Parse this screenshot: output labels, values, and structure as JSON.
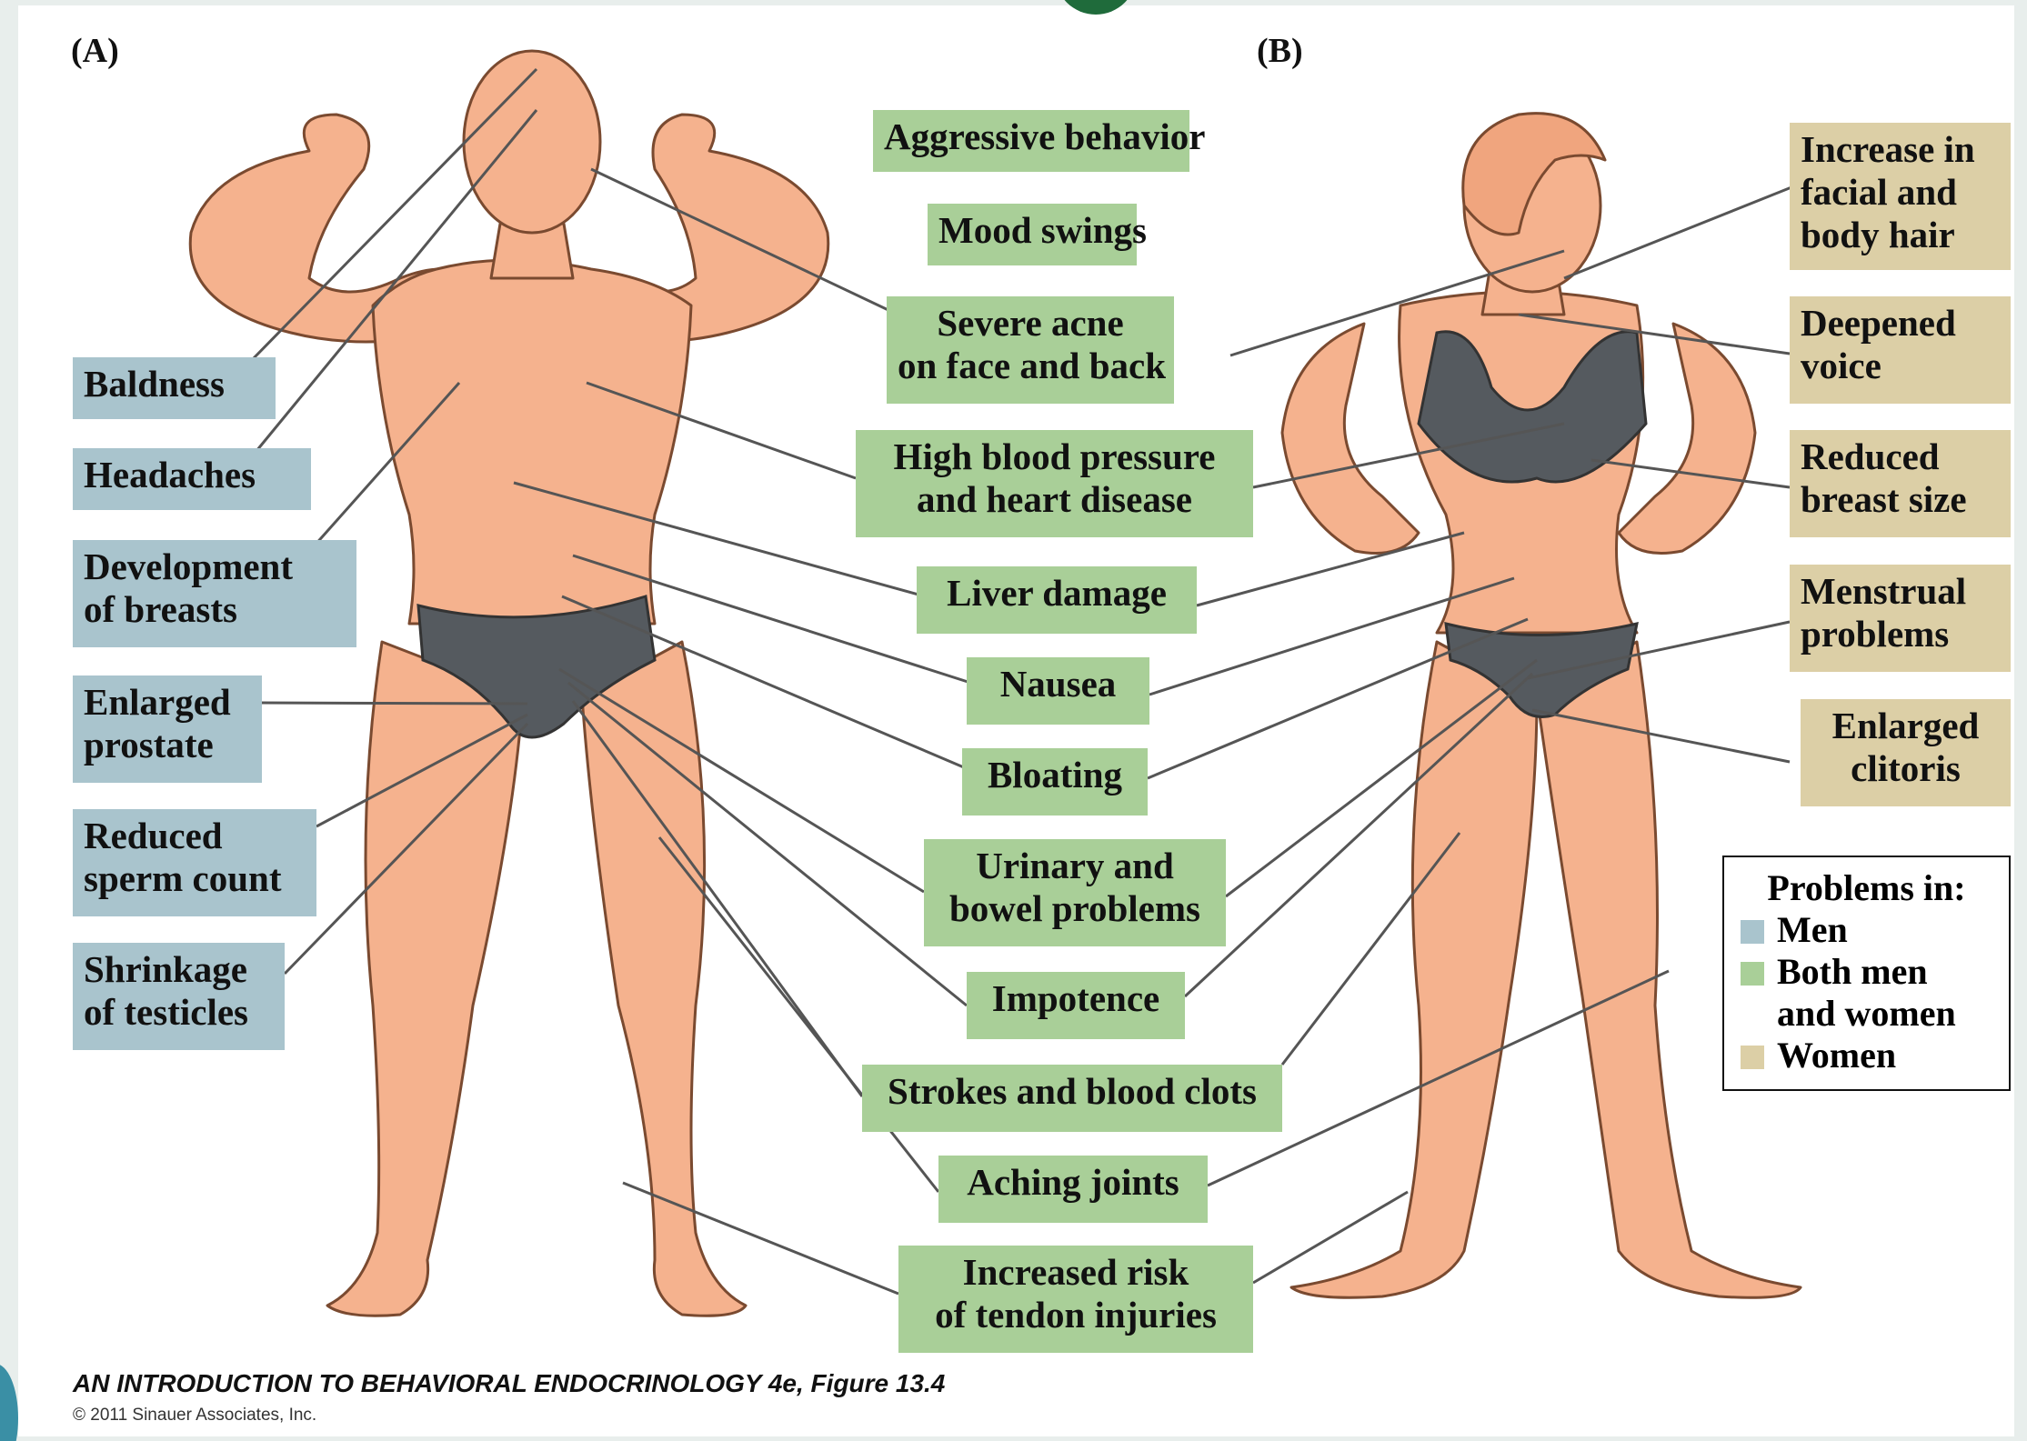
{
  "panels": {
    "a": "(A)",
    "b": "(B)"
  },
  "colors": {
    "men": "#a9c4cd",
    "both": "#a9cf98",
    "women": "#dccfa6",
    "skin": "#f5b28e",
    "outline": "#7a4a30",
    "garment": "#555a5f"
  },
  "men_labels": [
    {
      "lines": [
        "Baldness"
      ]
    },
    {
      "lines": [
        "Headaches"
      ]
    },
    {
      "lines": [
        "Development",
        "of breasts"
      ]
    },
    {
      "lines": [
        "Enlarged",
        "prostate"
      ]
    },
    {
      "lines": [
        "Reduced",
        "sperm count"
      ]
    },
    {
      "lines": [
        "Shrinkage",
        "of testicles"
      ]
    }
  ],
  "both_labels": [
    {
      "lines": [
        "Aggressive behavior"
      ]
    },
    {
      "lines": [
        "Mood swings"
      ]
    },
    {
      "lines": [
        "Severe acne",
        "on face and back"
      ]
    },
    {
      "lines": [
        "High blood pressure",
        "and heart disease"
      ]
    },
    {
      "lines": [
        "Liver damage"
      ]
    },
    {
      "lines": [
        "Nausea"
      ]
    },
    {
      "lines": [
        "Bloating"
      ]
    },
    {
      "lines": [
        "Urinary and",
        "bowel problems"
      ]
    },
    {
      "lines": [
        "Impotence"
      ]
    },
    {
      "lines": [
        "Strokes and blood clots"
      ]
    },
    {
      "lines": [
        "Aching joints"
      ]
    },
    {
      "lines": [
        "Increased risk",
        "of tendon injuries"
      ]
    }
  ],
  "women_labels": [
    {
      "lines": [
        "Increase in",
        "facial and",
        "body hair"
      ]
    },
    {
      "lines": [
        "Deepened",
        "voice"
      ]
    },
    {
      "lines": [
        "Reduced",
        "breast size"
      ]
    },
    {
      "lines": [
        "Menstrual",
        "problems"
      ]
    },
    {
      "lines": [
        "Enlarged",
        "clitoris"
      ]
    }
  ],
  "legend": {
    "title": "Problems in:",
    "men": "Men",
    "both_1": "Both men",
    "both_2": "and women",
    "women": "Women"
  },
  "caption": {
    "title": "AN INTRODUCTION TO BEHAVIORAL ENDOCRINOLOGY 4e, Figure 13.4",
    "copyright": "© 2011 Sinauer Associates, Inc."
  }
}
